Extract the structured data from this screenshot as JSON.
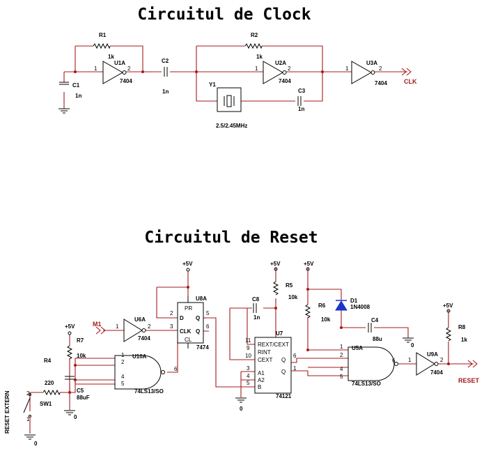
{
  "titles": {
    "clock": "Circuitul de Clock",
    "reset": "Circuitul de Reset"
  },
  "clock": {
    "R1": {
      "ref": "R1",
      "value": "1k"
    },
    "R2": {
      "ref": "R2",
      "value": "1k"
    },
    "C1": {
      "ref": "C1",
      "value": "1n"
    },
    "C2": {
      "ref": "C2",
      "value": "1n"
    },
    "C3": {
      "ref": "C3",
      "value": "1n"
    },
    "Y1": {
      "ref": "Y1",
      "value": "2.5/2.45MHz"
    },
    "U1A": {
      "ref": "U1A",
      "part": "7404",
      "pin_in": "1",
      "pin_out": "2"
    },
    "U2A": {
      "ref": "U2A",
      "part": "7404",
      "pin_in": "1",
      "pin_out": "2"
    },
    "U3A": {
      "ref": "U3A",
      "part": "7404",
      "pin_in": "1",
      "pin_out": "2"
    },
    "net_clk": "CLK"
  },
  "reset": {
    "vcc": "+5V",
    "gnd": "0",
    "R4": {
      "ref": "R4",
      "value": "220"
    },
    "R5": {
      "ref": "R5",
      "value": "10k"
    },
    "R6": {
      "ref": "R6",
      "value": "10k"
    },
    "R7": {
      "ref": "R7",
      "value": "10k"
    },
    "R8": {
      "ref": "R8",
      "value": "1k"
    },
    "C4": {
      "ref": "C4",
      "value": "88u"
    },
    "C5": {
      "ref": "C5",
      "value": "88uF"
    },
    "C8": {
      "ref": "C8",
      "value": "1n"
    },
    "D1": {
      "ref": "D1",
      "part": "1N4008"
    },
    "SW1": {
      "ref": "SW1"
    },
    "switch_label": "RESET EXTERN",
    "net_m1": "M1",
    "net_reset": "RESET",
    "U6A": {
      "ref": "U6A",
      "part": "7404",
      "pin_in": "1",
      "pin_out": "2"
    },
    "U9A": {
      "ref": "U9A",
      "part": "7404",
      "pin_in": "1",
      "pin_out": "2"
    },
    "U8A": {
      "ref": "U8A",
      "part": "7474",
      "pin_d": "2",
      "pin_clk": "3",
      "pin_q": "5",
      "pin_qn": "6",
      "label_d": "D",
      "label_q": "Q",
      "label_clk": "CLK",
      "label_qn": "Q",
      "label_pr": "PR",
      "label_cl": "CL"
    },
    "U10A": {
      "ref": "U10A",
      "part": "74LS13/SO",
      "pins_in": [
        "1",
        "2",
        "4",
        "5"
      ],
      "pin_out": "6"
    },
    "U5A": {
      "ref": "U5A",
      "part": "74LS13/SO",
      "pins_in": [
        "1",
        "2",
        "4",
        "5"
      ],
      "pin_out": "6"
    },
    "U7": {
      "ref": "U7",
      "part": "74121",
      "pin_rext": "11",
      "pin_rint": "9",
      "pin_cext": "10",
      "pin_a1": "3",
      "pin_a2": "4",
      "pin_b": "5",
      "pin_q": "6",
      "pin_qn": "1",
      "label_rextcext": "REXT/CEXT",
      "label_rint": "RINT",
      "label_cext": "CEXT",
      "label_a1": "A1",
      "label_a2": "A2",
      "label_b": "B",
      "label_q": "Q",
      "label_qn": "Q"
    }
  }
}
